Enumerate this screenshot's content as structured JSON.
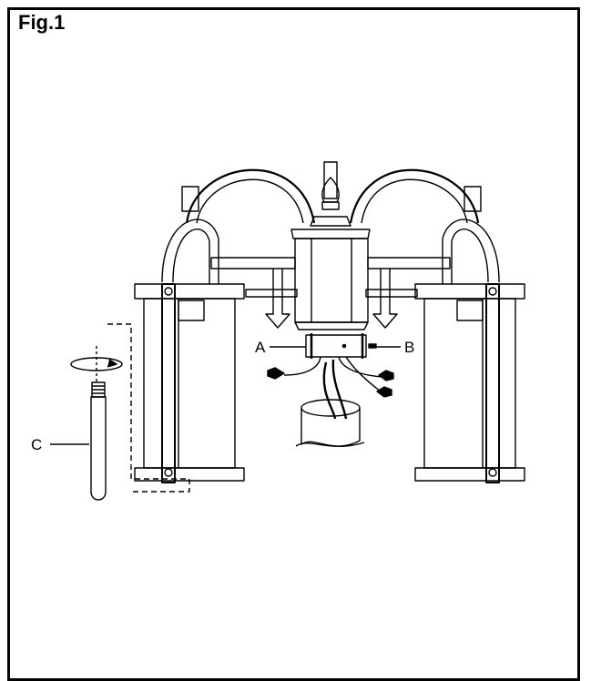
{
  "figure": {
    "title": "Fig.1",
    "labels": {
      "a": "A",
      "b": "B",
      "c": "C"
    }
  },
  "colors": {
    "ink": "#000000",
    "background": "#ffffff"
  }
}
